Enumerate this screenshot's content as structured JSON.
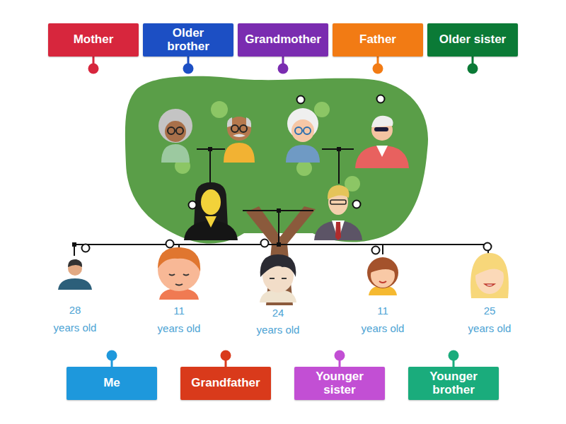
{
  "diagram": {
    "nodes": [
      {
        "text": [
          "Mother"
        ]
      },
      {
        "text": [
          "Older brother"
        ]
      },
      {
        "text": [
          "Grandmother"
        ]
      },
      {
        "text": [
          "Father"
        ]
      },
      {
        "text": [
          "Older sister"
        ]
      },
      {
        "text": [
          "Me"
        ]
      },
      {
        "text": [
          "Grandfather"
        ]
      },
      {
        "text": [
          "Younger sister"
        ]
      },
      {
        "text": [
          "Younger brother"
        ]
      }
    ],
    "labels": [
      "28",
      "years old",
      "11",
      "years old",
      "24",
      "years old",
      "11",
      "years old",
      "25",
      "years old"
    ]
  }
}
